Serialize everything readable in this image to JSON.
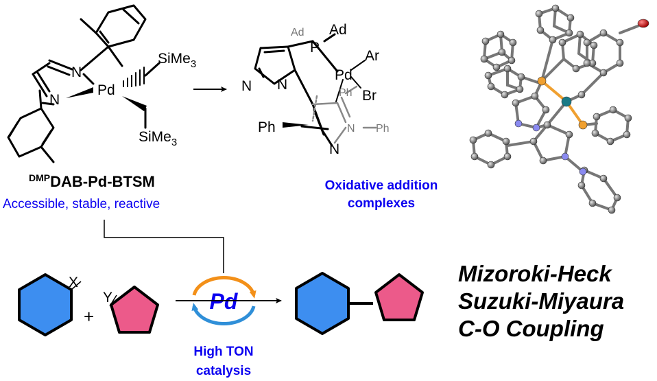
{
  "precatalyst": {
    "label_super": "DMP",
    "label_main": "DAB-Pd-BTSM",
    "subtitle": "Accessible, stable, reactive",
    "atoms": {
      "pd": "Pd",
      "n1": "N",
      "n2": "N",
      "tms1": "SiMe3",
      "tms2": "SiMe3"
    }
  },
  "oa_complex": {
    "label_line1": "Oxidative addition",
    "label_line2": "complexes",
    "atoms": {
      "ad1": "Ad",
      "ad2": "Ad",
      "p": "P",
      "pd": "Pd",
      "ar": "Ar",
      "br": "Br",
      "n_a": "N",
      "n_b": "N",
      "ph_grey_top": "Ph",
      "ph_left": "Ph",
      "n_grey": "N",
      "ph_grey_right": "Ph",
      "n_bottom": "N"
    }
  },
  "reaction": {
    "x_label": "X",
    "y_label": "Y",
    "plus": "+",
    "catalyst": "Pd",
    "catalysis_line1": "High TON",
    "catalysis_line2": "catalysis"
  },
  "reaction_types": [
    "Mizoroki-Heck",
    "Suzuki-Miyaura",
    "C-O Coupling"
  ],
  "colors": {
    "hexagon_fill": "#3d8ef0",
    "pentagon_fill": "#ec5a8a",
    "label_blue": "#0b00f0",
    "cycle_orange": "#f39019",
    "cycle_blue": "#2f8fd8"
  }
}
